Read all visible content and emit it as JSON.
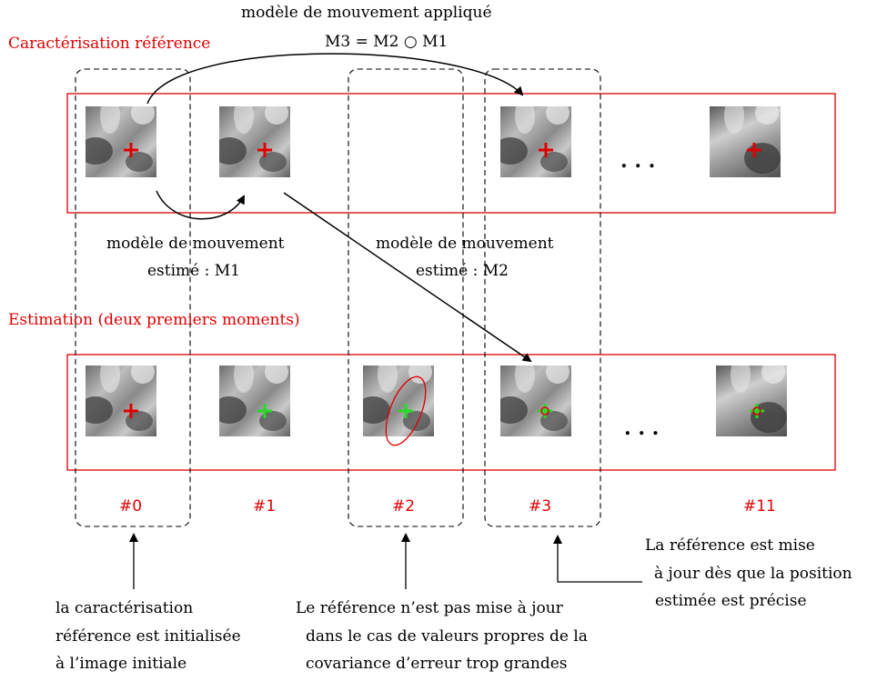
{
  "texts": {
    "applied_model_title": "modèle de mouvement appliqué",
    "applied_model_formula": "M3 = M2  ○ M1",
    "caracterisation_reference": "Caractérisation référence",
    "estimated_model_1_line1": "modèle de mouvement",
    "estimated_model_1_line2": "estimé : M1",
    "estimated_model_2_line1": "modèle de mouvement",
    "estimated_model_2_line2": "estimé : M2",
    "estimation_title": "Estimation (deux premiers moments)",
    "index_0": "#0",
    "index_1": "#1",
    "index_2": "#2",
    "index_3": "#3",
    "index_11": "#11",
    "ellipsis_top": ". . .",
    "ellipsis_bottom": ". . .",
    "note_right_line1": "La référence est mise",
    "note_right_line2": "à jour dès que la position",
    "note_right_line3": "estimée est précise",
    "note_left_line1": "la caractérisation",
    "note_left_line2": "référence est initialisée",
    "note_left_line3": "à l’image initiale",
    "note_mid_line1": "Le référence n’est pas mise à jour",
    "note_mid_line2": "dans le cas de valeurs propres de la",
    "note_mid_line3": "covariance d’erreur trop grandes"
  },
  "colors": {
    "red": "#e00000",
    "green": "#22dd22",
    "black": "#000000"
  }
}
